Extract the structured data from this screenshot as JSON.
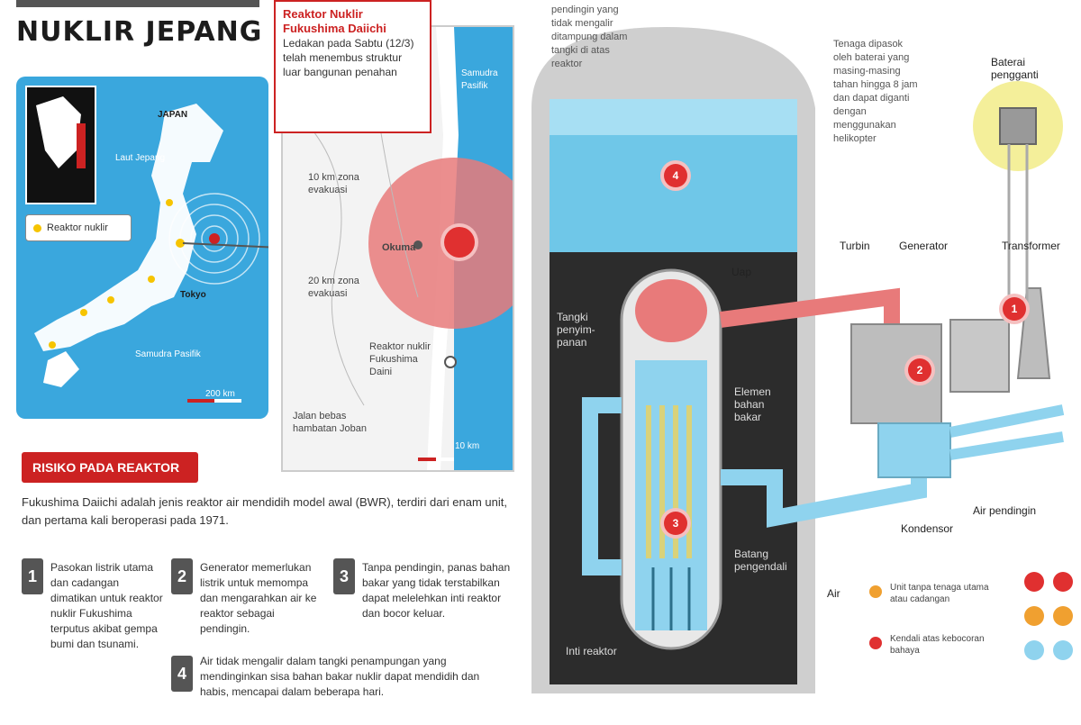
{
  "header": {
    "title": "NUKLIR JEPANG"
  },
  "map": {
    "legend_label": "Reaktor nuklir",
    "country": "JAPAN",
    "city": "Tokyo",
    "sea_west": "Laut Jepang",
    "sea_east": "Samudra Pasifik",
    "scale": "200 km"
  },
  "zoom": {
    "callout_title": "Reaktor Nuklir Fukushima Daiichi",
    "callout_text": "Ledakan pada Sabtu (12/3) telah menembus struktur luar bangunan penahan",
    "ocean": "Samudra Pasifik",
    "zone1": "10 km zona evakuasi",
    "zone2": "20 km zona evakuasi",
    "town": "Okuma",
    "plant_label": "Reaktor nuklir Fukushima Daini",
    "road": "Jalan bebas hambatan Joban",
    "scale": "10 km"
  },
  "risk": {
    "heading": "RISIKO PADA REAKTOR",
    "intro": "Fukushima Daiichi adalah jenis reaktor air mendidih model awal (BWR), terdiri dari enam unit, dan pertama kali beroperasi pada 1971.",
    "steps": [
      {
        "n": "1",
        "text": "Pasokan listrik utama dan cadangan dimatikan untuk reaktor nuklir Fukushima terputus akibat gempa bumi dan tsunami."
      },
      {
        "n": "2",
        "text": "Generator memerlukan listrik untuk memompa dan mengarahkan air ke reaktor sebagai pendingin."
      },
      {
        "n": "3",
        "text": "Tanpa pendingin, panas bahan bakar yang tidak terstabilkan dapat melelehkan inti reaktor dan bocor keluar."
      },
      {
        "n": "4",
        "text": "Air tidak mengalir dalam tangki penampungan yang mendinginkan sisa bahan bakar nuklir dapat mendidih dan habis, mencapai dalam beberapa hari."
      }
    ]
  },
  "reactor": {
    "top_note": "pendingin yang tidak mengalir ditampung dalam tangki di atas reaktor",
    "battery_note": "Tenaga dipasok oleh baterai yang masing-masing tahan hingga 8 jam dan dapat diganti dengan menggunakan helikopter",
    "battery_label": "Baterai pengganti",
    "labels": {
      "uap": "Uap",
      "tangki": "Tangki penyim-panan",
      "elemen": "Elemen bahan bakar",
      "batang": "Batang pengendali",
      "air": "Air",
      "turbin": "Turbin",
      "generator": "Generator",
      "transformer": "Transformer",
      "kondensor": "Kondensor",
      "air_pendingin": "Air pendingin",
      "base": "Inti reaktor"
    },
    "warnings": [
      "1",
      "2",
      "3",
      "4"
    ]
  },
  "legend": {
    "orange": "Unit tanpa tenaga utama atau cadangan",
    "red": "Kendali atas kebocoran bahaya"
  },
  "colors": {
    "accent_red": "#cc2222",
    "water": "#3aa7dd",
    "steam": "#e87a7a",
    "dark": "#2c2c2c"
  }
}
